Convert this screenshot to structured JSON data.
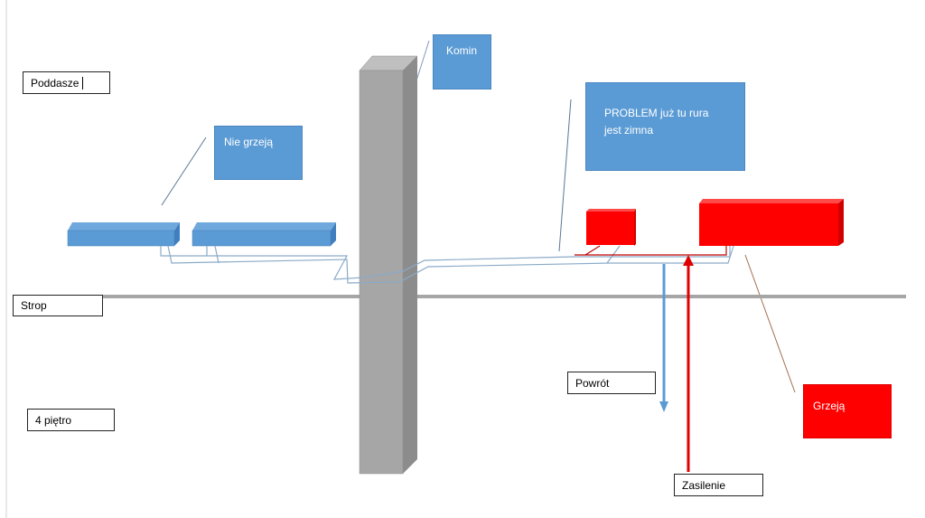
{
  "labels": {
    "attic": "Poddasze",
    "ceiling": "Strop",
    "floor": "4 piętro",
    "return": "Powrót",
    "supply": "Zasilenie"
  },
  "notes": {
    "chimney": "Komin",
    "not_heating": "Nie grzeją",
    "problem": "PROBLEM już tu rura jest zimna",
    "heating": "Grzeją"
  },
  "colors": {
    "cold_radiator": "#5b9bd5",
    "hot_radiator": "#ff0000",
    "chimney": "#a6a6a6",
    "ceiling": "#a6a6a6"
  }
}
